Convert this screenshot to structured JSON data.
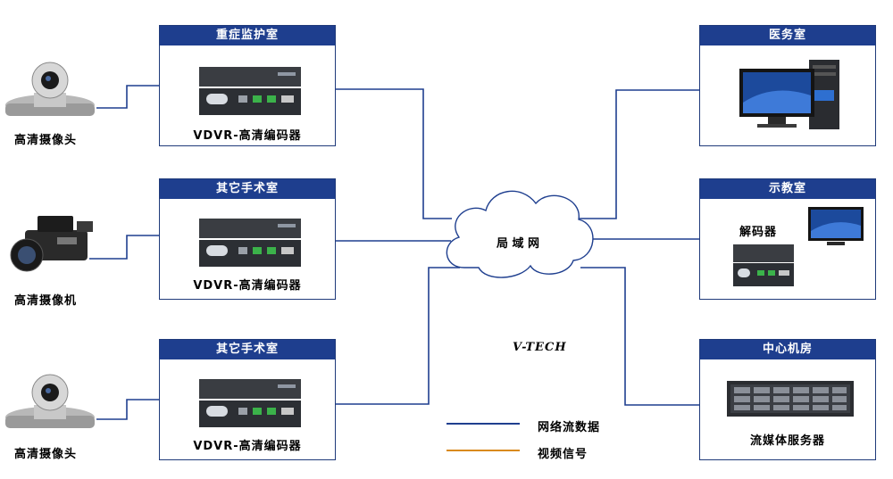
{
  "colors": {
    "network": "#1f3f8f",
    "video": "#d98a1c",
    "header": "#1e3e8e"
  },
  "rooms": {
    "icu": {
      "title": "重症监护室",
      "caption": "VDVR-高清编码器"
    },
    "or1": {
      "title": "其它手术室",
      "caption": "VDVR-高清编码器"
    },
    "or2": {
      "title": "其它手术室",
      "caption": "VDVR-高清编码器"
    },
    "doctor": {
      "title": "医务室"
    },
    "teaching": {
      "title": "示教室",
      "decoder_label": "解码器"
    },
    "datacenter": {
      "title": "中心机房",
      "caption": "流媒体服务器"
    }
  },
  "sources": {
    "cam1": "高清摄像头",
    "camcorder": "高清摄像机",
    "cam2": "高清摄像头"
  },
  "network": {
    "cloud_label": "局 域 网"
  },
  "brand": "V-TECH",
  "legend": [
    {
      "label": "网络流数据",
      "color": "#1f3f8f",
      "icon": "line"
    },
    {
      "label": "视频信号",
      "color": "#d98a1c",
      "icon": "line"
    }
  ]
}
